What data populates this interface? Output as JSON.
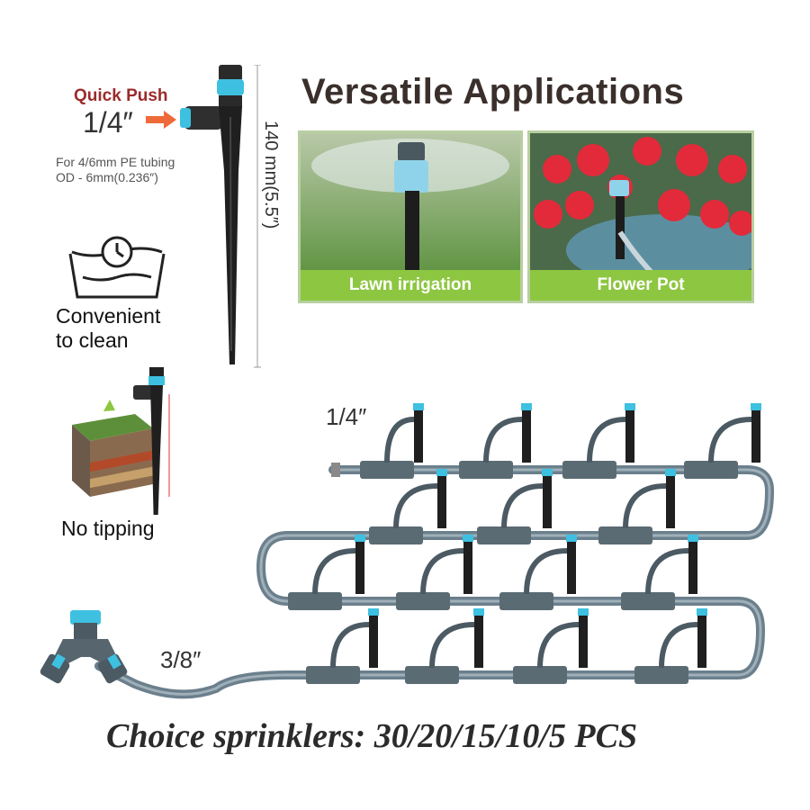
{
  "quick_push": {
    "title": "Quick Push",
    "size": "1/4″"
  },
  "tubing_spec": {
    "line1": "For 4/6mm PE tubing",
    "line2": "OD - 6mm(0.236″)"
  },
  "dimension_label": "140 mm(5.5″)",
  "features": {
    "clean_line1": "Convenient",
    "clean_line2": "to clean",
    "tipping": "No tipping"
  },
  "applications": {
    "heading": "Versatile Applications",
    "items": [
      {
        "label": "Lawn irrigation"
      },
      {
        "label": "Flower Pot"
      }
    ]
  },
  "kit": {
    "size_quarter": "1/4″",
    "size_three_eighths": "3/8″"
  },
  "footer": {
    "choice_text": "Choice sprinklers: 30/20/15/10/5 PCS"
  },
  "colors": {
    "accent_blue": "#3ec0e0",
    "label_green": "#8dc641",
    "quick_push_red": "#9b2b2b",
    "arrow_orange": "#ef6a3a",
    "tube_gray": "#6b7f8c"
  }
}
